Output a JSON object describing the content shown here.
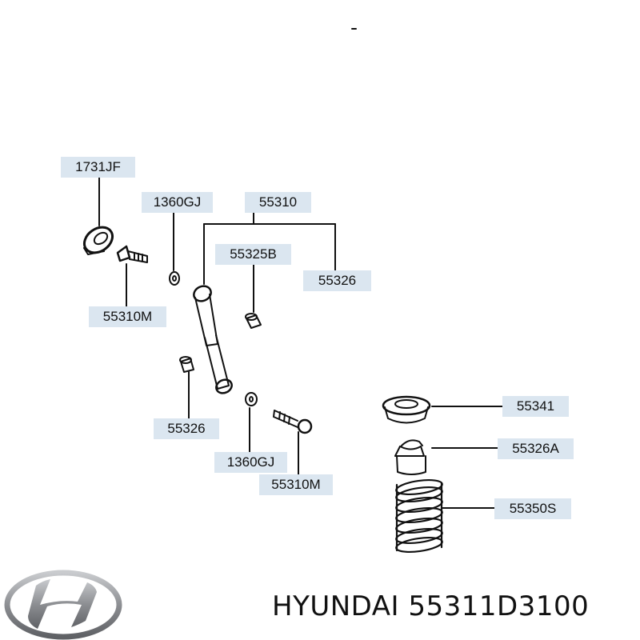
{
  "parts": {
    "p1731jf": "1731JF",
    "p1360gj_top": "1360GJ",
    "p55310": "55310",
    "p55325b": "55325B",
    "p55326_right": "55326",
    "p55310m_top": "55310M",
    "p55326_left": "55326",
    "p1360gj_bottom": "1360GJ",
    "p55310m_bottom": "55310M",
    "p55341": "55341",
    "p55326a": "55326A",
    "p55350s": "55350S"
  },
  "footer": {
    "brand": "HYUNDAI",
    "part_number": "55311D3100"
  },
  "colors": {
    "label_bg": "#dbe6f0",
    "line": "#111111",
    "logo": "#8d8f93"
  }
}
